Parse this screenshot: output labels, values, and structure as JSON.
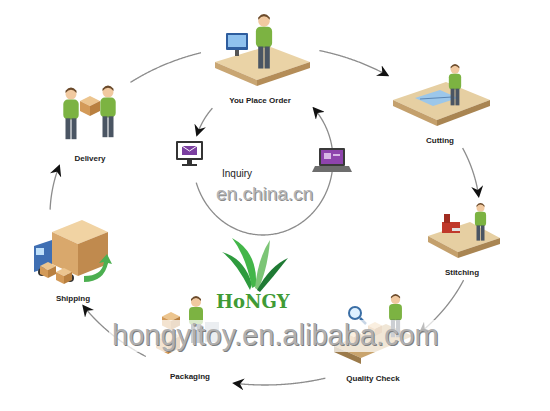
{
  "diagram": {
    "nodes": [
      {
        "text": [
          "You Place Order"
        ]
      },
      {
        "text": [
          "Cutting"
        ]
      },
      {
        "text": [
          "Stitching"
        ]
      },
      {
        "text": [
          "Quality Check"
        ]
      },
      {
        "text": [
          "Packaging"
        ]
      },
      {
        "text": [
          "Shipping"
        ]
      },
      {
        "text": [
          "Delivery"
        ]
      },
      {
        "text": [
          "Inquiry"
        ]
      }
    ],
    "edges": [
      {
        "from": 0,
        "to": 1,
        "arrow": "to"
      },
      {
        "from": 1,
        "to": 2,
        "arrow": "to"
      },
      {
        "from": 2,
        "to": 3,
        "arrow": "to"
      },
      {
        "from": 3,
        "to": 4,
        "arrow": "to"
      },
      {
        "from": 4,
        "to": 5,
        "arrow": "to"
      },
      {
        "from": 5,
        "to": 6,
        "arrow": "to"
      },
      {
        "from": 6,
        "to": 0,
        "arrow": "none"
      },
      {
        "from": 0,
        "to": 7,
        "arrow": "to"
      },
      {
        "from": 7,
        "to": 0,
        "arrow": "to"
      }
    ],
    "labels": [
      "en.china.cn",
      "HoNGY",
      "hongyitoy.en.alibaba.com"
    ]
  }
}
